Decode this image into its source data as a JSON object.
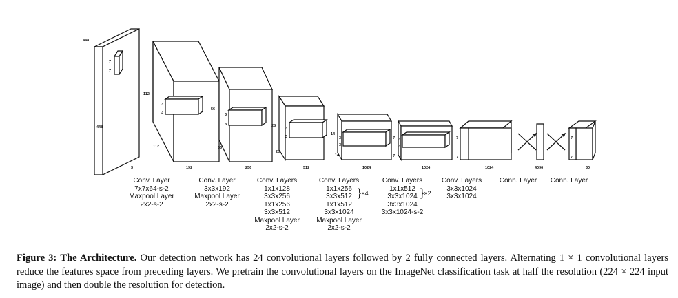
{
  "dims": {
    "input_h": "448",
    "input_w": "448",
    "input_c": "3",
    "input_kernel_a": "7",
    "input_kernel_b": "7",
    "b1_h": "112",
    "b1_w": "112",
    "b1_c": "192",
    "b1_k_a": "3",
    "b1_k_b": "3",
    "b2_h": "56",
    "b2_w": "56",
    "b2_c": "256",
    "b2_k_a": "3",
    "b2_k_b": "3",
    "b3_h": "28",
    "b3_w": "28",
    "b3_c": "512",
    "b3_k_a": "3",
    "b3_k_b": "3",
    "b4_h": "14",
    "b4_w": "14",
    "b4_c": "1024",
    "b4_k_a": "3",
    "b4_k_b": "3",
    "b5_h": "7",
    "b5_w": "7",
    "b5_c": "1024",
    "b5_k_a": "3",
    "b5_k_b": "3",
    "b6_h": "7",
    "b6_w": "7",
    "b6_c": "1024",
    "fc_c": "4096",
    "out_h": "7",
    "out_w": "7",
    "out_c": "30"
  },
  "layer_labels": {
    "l1": [
      "Conv. Layer",
      "7x7x64-s-2",
      "Maxpool Layer",
      "2x2-s-2"
    ],
    "l2": [
      "Conv. Layer",
      "3x3x192",
      "Maxpool Layer",
      "2x2-s-2"
    ],
    "l3": [
      "Conv. Layers",
      "1x1x128",
      "3x3x256",
      "1x1x256",
      "3x3x512",
      "Maxpool Layer",
      "2x2-s-2"
    ],
    "l4": [
      "Conv. Layers",
      "1x1x256",
      "3x3x512",
      "1x1x512",
      "3x3x1024",
      "Maxpool Layer",
      "2x2-s-2"
    ],
    "l5": [
      "Conv. Layers",
      "1x1x512",
      "3x3x1024",
      "3x3x1024",
      "3x3x1024-s-2"
    ],
    "l6": [
      "Conv. Layers",
      "3x3x1024",
      "3x3x1024"
    ],
    "l7": [
      "Conn. Layer"
    ],
    "l8": [
      "Conn. Layer"
    ]
  },
  "repeat": {
    "l4": "×4",
    "l5": "×2",
    "brace": "}"
  },
  "caption": {
    "figure_label": "Figure 3:",
    "title": "The Architecture.",
    "body": " Our detection network has 24 convolutional layers followed by 2 fully connected layers. Alternating 1 × 1 convolutional layers reduce the features space from preceding layers. We pretrain the convolutional layers on the ImageNet classification task at half the resolution (224 × 224 input image) and then double the resolution for detection."
  }
}
